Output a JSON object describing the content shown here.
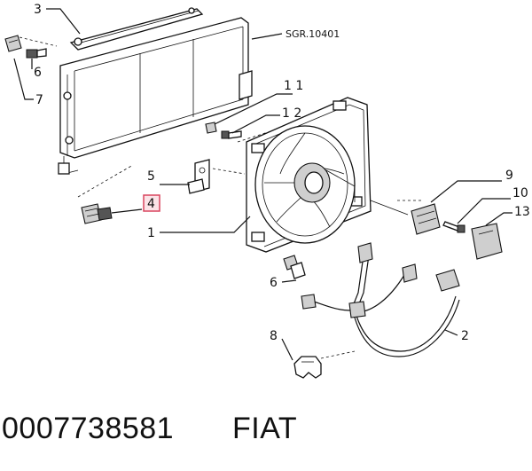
{
  "diagram": {
    "callouts": {
      "c1": "1",
      "c2": "2",
      "c3": "3",
      "c4": "4",
      "c5": "5",
      "c6a": "6",
      "c6b": "6",
      "c7": "7",
      "c8": "8",
      "c9": "9",
      "c10": "10",
      "c11": "1 1",
      "c12": "1 2",
      "c13": "13"
    },
    "reference_code": "SGR.10401",
    "highlighted_callout": "4",
    "highlight_color": "#d9455f",
    "highlight_fill": "#fbe3e7"
  },
  "footer": {
    "part_number": "0007738581",
    "brand": "FIAT"
  }
}
